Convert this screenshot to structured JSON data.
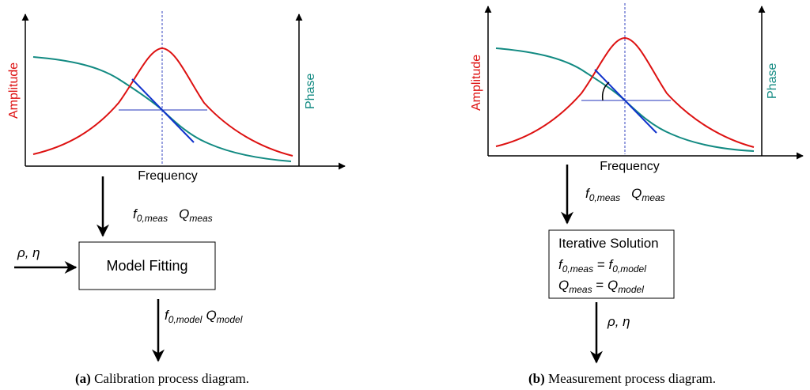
{
  "colors": {
    "amplitude": "#dd1111",
    "phase": "#128a82",
    "tangent": "#1133cc",
    "guide": "#2233bb",
    "ink": "#000000"
  },
  "panel_a": {
    "axis_y_left": "Amplitude",
    "axis_y_right": "Phase",
    "axis_x": "Frequency",
    "meas_f": "f",
    "meas_f_sub": "0,meas",
    "meas_q": "Q",
    "meas_q_sub": "meas",
    "input_label": "ρ, η",
    "box_label": "Model Fitting",
    "out_f": "f",
    "out_f_sub": "0,model",
    "out_q": "Q",
    "out_q_sub": "model",
    "caption_tag": "(a)",
    "caption_text": " Calibration process diagram."
  },
  "panel_b": {
    "axis_y_left": "Amplitude",
    "axis_y_right": "Phase",
    "axis_x": "Frequency",
    "meas_f": "f",
    "meas_f_sub": "0,meas",
    "meas_q": "Q",
    "meas_q_sub": "meas",
    "box_title": "Iterative Solution",
    "eq1_lhs": "f",
    "eq1_lhs_sub": "0,meas",
    "eq1_mid": " = ",
    "eq1_rhs": "f",
    "eq1_rhs_sub": "0,model",
    "eq2_lhs": "Q",
    "eq2_lhs_sub": "meas",
    "eq2_mid": " = ",
    "eq2_rhs": "Q",
    "eq2_rhs_sub": "model",
    "output_label": "ρ, η",
    "caption_tag": "(b)",
    "caption_text": " Measurement process diagram."
  }
}
